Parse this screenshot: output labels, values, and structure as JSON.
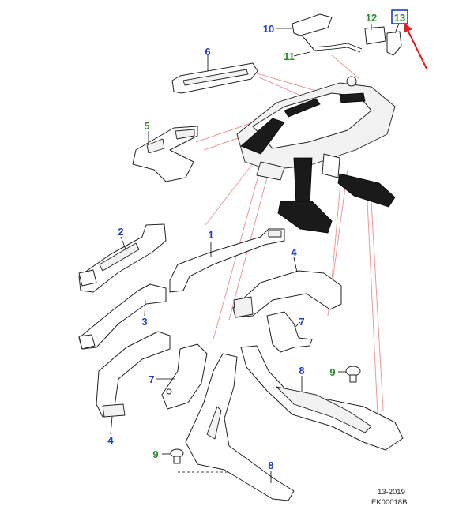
{
  "callouts": [
    {
      "id": "1",
      "color": "#1f3fbf"
    },
    {
      "id": "2",
      "color": "#1f3fbf"
    },
    {
      "id": "3",
      "color": "#1f3fbf"
    },
    {
      "id": "4",
      "color": "#1f3fbf"
    },
    {
      "id": "5",
      "color": "#2e8b2e"
    },
    {
      "id": "6",
      "color": "#2e8b2e"
    },
    {
      "id": "7",
      "color": "#2e8b2e"
    },
    {
      "id": "8",
      "color": "#1f3fbf"
    },
    {
      "id": "9",
      "color": "#2e8b2e"
    },
    {
      "id": "10",
      "color": "#1f3fbf"
    },
    {
      "id": "11",
      "color": "#2e8b2e"
    },
    {
      "id": "12",
      "color": "#2e8b2e"
    },
    {
      "id": "13",
      "color": "#2e8b2e"
    }
  ],
  "labels": {
    "c1": "1",
    "c2": "2",
    "c3": "3",
    "c4a": "4",
    "c4b": "4",
    "c5": "5",
    "c6": "6",
    "c7a": "7",
    "c7b": "7",
    "c8a": "8",
    "c8b": "8",
    "c9a": "9",
    "c9b": "9",
    "c10": "10",
    "c11": "11",
    "c12": "12",
    "c13": "13"
  },
  "highlight": {
    "target": "13",
    "box_color": "#1f3fbf",
    "arrow_color": "#e02020"
  },
  "footer": {
    "line1": "13-2019",
    "line2": "EK00018B"
  }
}
